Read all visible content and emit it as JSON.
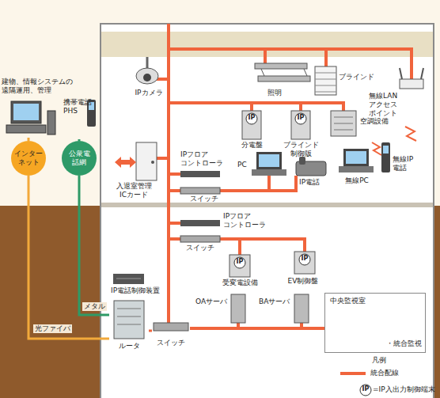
{
  "diagram": {
    "nodes": [
      {
        "text": [
          "建物、情報システムの遠隔運用、管理"
        ]
      },
      {
        "text": [
          "携帯電話 PHS"
        ]
      },
      {
        "text": [
          "インターネット"
        ]
      },
      {
        "text": [
          "公衆電話網"
        ]
      },
      {
        "text": [
          "IPカメラ"
        ]
      },
      {
        "text": [
          "照明"
        ]
      },
      {
        "text": [
          "ブラインド"
        ]
      },
      {
        "text": [
          "無線LAN アクセス ポイント"
        ]
      },
      {
        "text": [
          "分電盤"
        ]
      },
      {
        "text": [
          "ブラインド 制御版"
        ]
      },
      {
        "text": [
          "空調設備"
        ]
      },
      {
        "text": [
          "IPフロア コントローラ"
        ]
      },
      {
        "text": [
          "スイッチ"
        ]
      },
      {
        "text": [
          "PC"
        ]
      },
      {
        "text": [
          "IP電話"
        ]
      },
      {
        "text": [
          "無線PC"
        ]
      },
      {
        "text": [
          "無線IP 電話"
        ]
      },
      {
        "text": [
          "入退室管理 ICカード"
        ]
      },
      {
        "text": [
          "IPフロア コントローラ"
        ]
      },
      {
        "text": [
          "スイッチ"
        ]
      },
      {
        "text": [
          "受変電設備"
        ]
      },
      {
        "text": [
          "EV制御盤"
        ]
      },
      {
        "text": [
          "IP電話制御装置"
        ]
      },
      {
        "text": [
          "ルータ"
        ]
      },
      {
        "text": [
          "スイッチ"
        ]
      },
      {
        "text": [
          "OAサーバ"
        ]
      },
      {
        "text": [
          "BAサーバ"
        ]
      },
      {
        "text": [
          "中央監視室",
          "・統合監視"
        ]
      }
    ],
    "edges": [
      {
        "from": 0,
        "to": 2,
        "arrow": "none"
      },
      {
        "from": 1,
        "to": 3,
        "arrow": "none"
      },
      {
        "from": 2,
        "to": 23,
        "label": "光ファイバ",
        "arrow": "none"
      },
      {
        "from": 3,
        "to": 23,
        "label": "メタル",
        "arrow": "none"
      },
      {
        "from": 23,
        "to": 24,
        "arrow": "none"
      }
    ],
    "labels": [
      "IP",
      "IP",
      "IP",
      "IP",
      "凡例",
      "IP",
      "=IP入出力制御端末"
    ],
    "legend": [
      {
        "text": "統合配線"
      }
    ]
  }
}
